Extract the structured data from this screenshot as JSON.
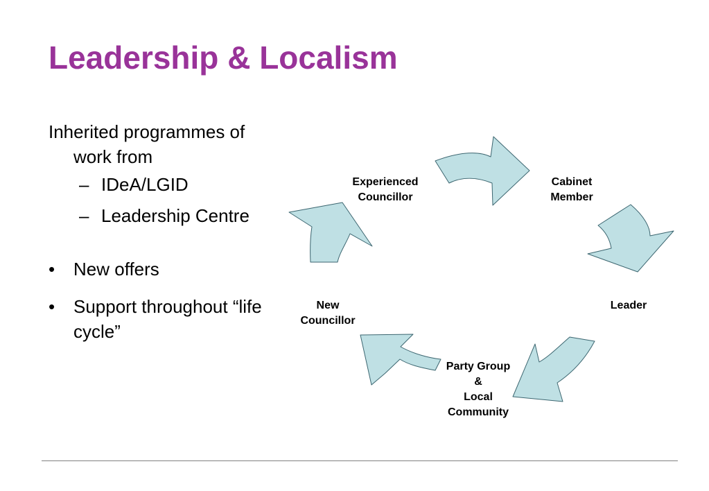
{
  "slide": {
    "title": "Leadership & Localism",
    "title_color": "#993399"
  },
  "bullets": {
    "intro_line1": "Inherited programmes of",
    "intro_line2": "work from",
    "sub_items": [
      "IDeA/LGID",
      "Leadership Centre"
    ],
    "items": [
      "New offers",
      "Support throughout “life cycle”"
    ],
    "bullet_glyph": "•",
    "dash_glyph": "–"
  },
  "cycle": {
    "nodes": [
      {
        "line1": "Experienced",
        "line2": "Councillor"
      },
      {
        "line1": "Cabinet",
        "line2": "Member"
      },
      {
        "line1": "Leader"
      },
      {
        "line1": "Party Group",
        "line2": "&",
        "line3": "Local",
        "line4": "Community"
      },
      {
        "line1": "New",
        "line2": "Councillor"
      }
    ],
    "arrow_fill": "#BFE0E4",
    "arrow_stroke": "#3C6670"
  }
}
